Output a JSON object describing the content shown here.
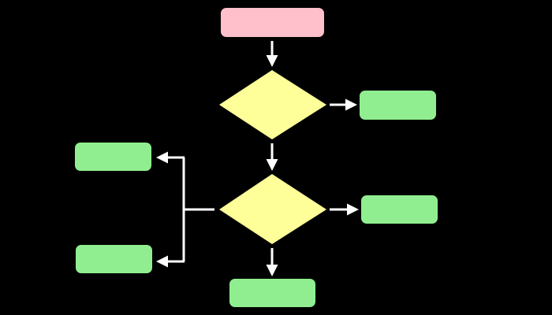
{
  "colors": {
    "background": "#000000",
    "start": "#ffc0cb",
    "decision": "#ffff99",
    "outcome": "#90ee90",
    "connector": "#ffffff"
  },
  "diagram": {
    "type": "flowchart",
    "nodes": [
      {
        "id": "start",
        "shape": "rounded-rect",
        "label": ""
      },
      {
        "id": "decision-1",
        "shape": "diamond",
        "label": ""
      },
      {
        "id": "outcome-1-right",
        "shape": "rounded-rect",
        "label": ""
      },
      {
        "id": "decision-2",
        "shape": "diamond",
        "label": ""
      },
      {
        "id": "outcome-2-right",
        "shape": "rounded-rect",
        "label": ""
      },
      {
        "id": "outcome-2-bottom",
        "shape": "rounded-rect",
        "label": ""
      },
      {
        "id": "outcome-2-left-top",
        "shape": "rounded-rect",
        "label": ""
      },
      {
        "id": "outcome-2-left-bottom",
        "shape": "rounded-rect",
        "label": ""
      }
    ],
    "edges": [
      {
        "from": "start",
        "to": "decision-1"
      },
      {
        "from": "decision-1",
        "to": "outcome-1-right"
      },
      {
        "from": "decision-1",
        "to": "decision-2"
      },
      {
        "from": "decision-2",
        "to": "outcome-2-right"
      },
      {
        "from": "decision-2",
        "to": "outcome-2-bottom"
      },
      {
        "from": "decision-2",
        "to": "outcome-2-left-top"
      },
      {
        "from": "decision-2",
        "to": "outcome-2-left-bottom"
      }
    ]
  }
}
